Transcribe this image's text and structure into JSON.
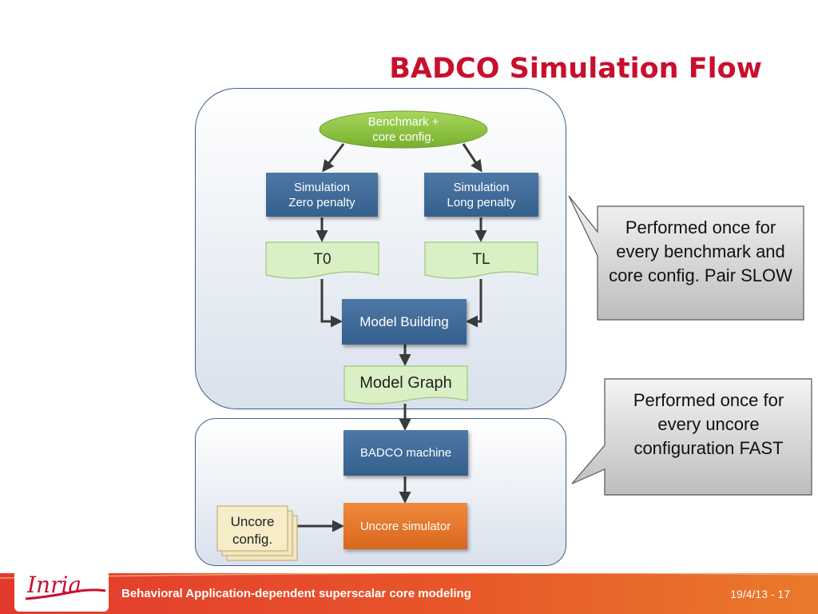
{
  "slide": {
    "title": "BADCO Simulation Flow"
  },
  "diagram": {
    "input": "Benchmark +\ncore config.",
    "sim_zero": "Simulation\nZero penalty",
    "sim_long": "Simulation\nLong penalty",
    "t0": "T0",
    "tl": "TL",
    "model_building": "Model Building",
    "model_graph": "Model Graph",
    "badco_machine": "BADCO machine",
    "uncore_config": "Uncore\nconfig.",
    "uncore_simulator": "Uncore simulator"
  },
  "callouts": {
    "slow": "Performed once for every benchmark and core config. Pair SLOW",
    "fast": "Performed once for every uncore configuration FAST"
  },
  "footer": {
    "logo_text": "Inria",
    "title": "Behavioral Application-dependent superscalar core modeling",
    "date_page": "19/4/13 - 17"
  },
  "colors": {
    "title": "#c8102e",
    "process_box": "#3e6a96",
    "data_box": "#d9f0c4",
    "ellipse": "#8cc63f",
    "uncore_simulator": "#e8762c",
    "footer": "#e8492a"
  }
}
